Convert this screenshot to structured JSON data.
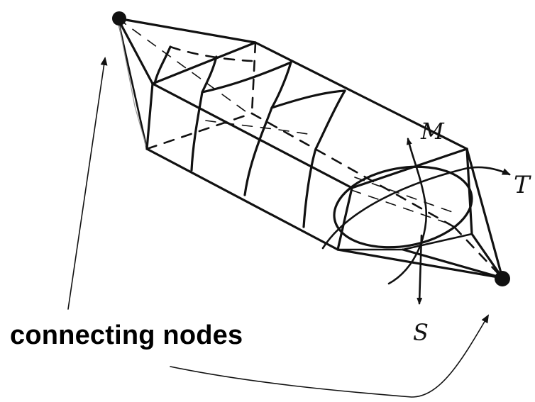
{
  "diagram": {
    "caption": "connecting nodes",
    "labels": {
      "moment": "M",
      "torque": "T",
      "shear": "S"
    }
  }
}
